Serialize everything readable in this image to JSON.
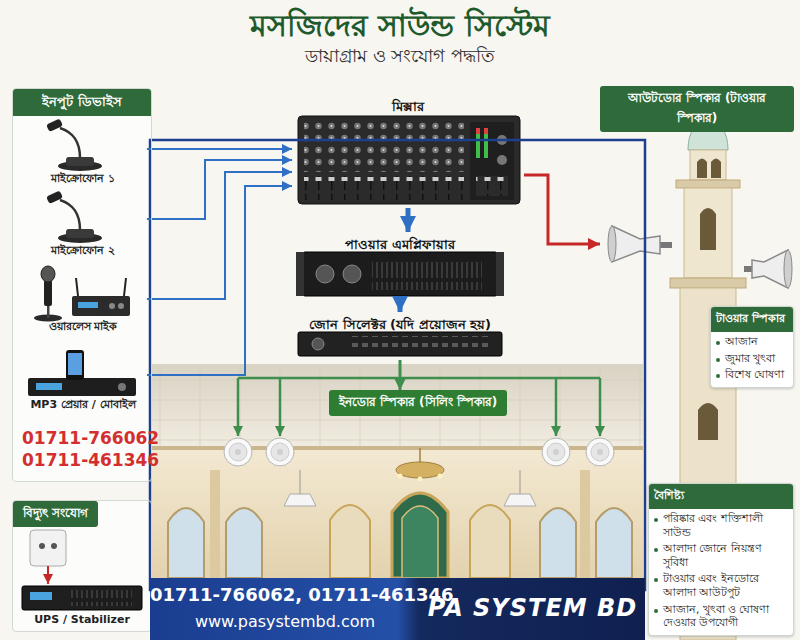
{
  "diagram": {
    "title": "মসজিদের সাউন্ড সিস্টেম",
    "nodes": [
      {
        "text": [
          "ইনপুট ডিভাইস"
        ]
      },
      {
        "text": [
          "মাইক্রোফোন ১"
        ],
        "in": 0
      },
      {
        "text": [
          "মাইক্রোফোন ২"
        ],
        "in": 0
      },
      {
        "text": [
          "ওয়ারলেস মাইক"
        ],
        "in": 0
      },
      {
        "text": [
          "MP3 প্রেয়ার / মোবাইল"
        ],
        "in": 0
      },
      {
        "text": [
          "মিক্সার"
        ]
      },
      {
        "text": [
          "পাওয়ার এমপ্লিফায়ার"
        ]
      },
      {
        "text": [
          "জোন সিলেক্টর (যদি প্রয়োজন হয়)"
        ]
      },
      {
        "text": [
          "ইনডোর স্পিকার (সিলিং স্পিকার)"
        ]
      },
      {
        "text": [
          "আউটডোর স্পিকার (টাওয়ার স্পিকার)"
        ]
      },
      {
        "text": [
          "টাওয়ার স্পিকার",
          "আজান",
          "জুমার খুৎবা",
          "বিশেষ ঘোষণা"
        ]
      },
      {
        "text": [
          "বিদ্যুৎ সংযোগ"
        ]
      },
      {
        "text": [
          "বৈশিষ্ট্য",
          "পরিষ্কার এবং শক্তিশালী সাউন্ড",
          "আলাদা জোনে নিয়ন্ত্রণ সুবিধা",
          "টাওয়ার এবং ইনডোরে আলাদা আউটপুট",
          "আজান, খুৎবা ও ঘোষণা দেওয়ার উপযোগী"
        ]
      },
      {
        "text": [
          "01711-766062, 01711-461346",
          "www.pasystembd.com",
          "PA SYSTEM BD"
        ]
      }
    ],
    "edges": [
      {
        "from": 1,
        "to": 5,
        "arrow": "to"
      },
      {
        "from": 2,
        "to": 5,
        "arrow": "to"
      },
      {
        "from": 3,
        "to": 5,
        "arrow": "to"
      },
      {
        "from": 4,
        "to": 5,
        "arrow": "to"
      },
      {
        "from": 5,
        "to": 6,
        "arrow": "to"
      },
      {
        "from": 6,
        "to": 7,
        "arrow": "to"
      },
      {
        "from": 7,
        "to": 8,
        "arrow": "to"
      },
      {
        "from": 5,
        "to": 9,
        "arrow": "to"
      }
    ],
    "labels": [
      "ডায়াগ্রাম ও সংযোগ পদ্ধতি",
      "01711-766062",
      "01711-461346",
      "UPS / Stabilizer"
    ]
  }
}
